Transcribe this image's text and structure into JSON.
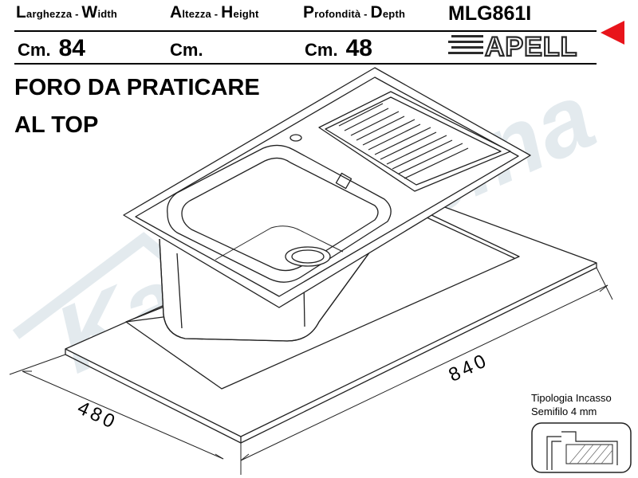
{
  "header": {
    "width_label": {
      "w1c": "L",
      "w1r": "arghezza - ",
      "w2c": "W",
      "w2r": "idth"
    },
    "height_label": {
      "h1c": "A",
      "h1r": "ltezza - ",
      "h2c": "H",
      "h2r": "eight"
    },
    "depth_label": {
      "d1c": "P",
      "d1r": "rofondità - ",
      "d2c": "D",
      "d2r": "epth"
    },
    "product_code": "MLG861I",
    "unit_width": "Cm.",
    "width_value": "84",
    "unit_height": "Cm.",
    "height_value": "",
    "unit_depth": "Cm.",
    "depth_value": "48",
    "brand": "APELL",
    "accent_color": "#e8141b"
  },
  "title": {
    "line1": "FORO DA PRATICARE",
    "line2": "AL TOP"
  },
  "dimensions": {
    "length": "840",
    "width": "480"
  },
  "installation": {
    "line1": "Tipologia Incasso",
    "line2": "Semifilo 4 mm"
  },
  "watermark": {
    "text": "Kasa Cucina"
  }
}
